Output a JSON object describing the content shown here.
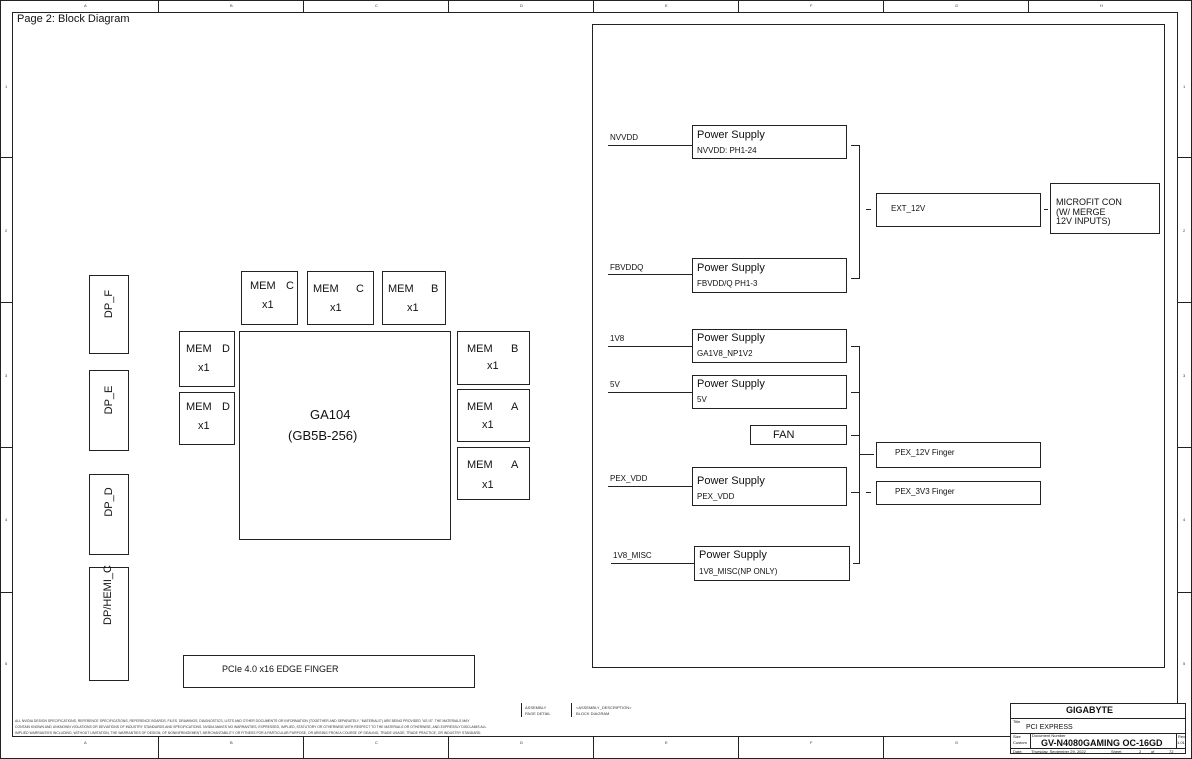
{
  "page_title": "Page 2: Block Diagram",
  "gpu": {
    "name": "GA104",
    "package": "(GB5B-256)"
  },
  "memory": [
    {
      "id": "mem-c1",
      "label": "MEM",
      "channel": "C",
      "count": "x1"
    },
    {
      "id": "mem-c2",
      "label": "MEM",
      "channel": "C",
      "count": "x1"
    },
    {
      "id": "mem-b1",
      "label": "MEM",
      "channel": "B",
      "count": "x1"
    },
    {
      "id": "mem-d1",
      "label": "MEM",
      "channel": "D",
      "count": "x1"
    },
    {
      "id": "mem-d2",
      "label": "MEM",
      "channel": "D",
      "count": "x1"
    },
    {
      "id": "mem-b2",
      "label": "MEM",
      "channel": "B",
      "count": "x1"
    },
    {
      "id": "mem-a1",
      "label": "MEM",
      "channel": "A",
      "count": "x1"
    },
    {
      "id": "mem-a2",
      "label": "MEM",
      "channel": "A",
      "count": "x1"
    }
  ],
  "display_ports": [
    "DP_F",
    "DP_E",
    "DP_D",
    "DP/HEMI_C"
  ],
  "pcie_finger": "PCIe 4.0 x16 EDGE FINGER",
  "power": {
    "supplies": [
      {
        "rail": "NVVDD",
        "title": "Power Supply",
        "sub": "NVVDD: PH1-24"
      },
      {
        "rail": "FBVDDQ",
        "title": "Power Supply",
        "sub": "FBVDD/Q PH1-3"
      },
      {
        "rail": "1V8",
        "title": "Power Supply",
        "sub": "GA1V8_NP1V2"
      },
      {
        "rail": "5V",
        "title": "Power Supply",
        "sub": "5V"
      },
      {
        "rail": "PEX_VDD",
        "title": "Power Supply",
        "sub": "PEX_VDD"
      },
      {
        "rail": "1V8_MISC",
        "title": "Power Supply",
        "sub": "1V8_MISC(NP ONLY)"
      }
    ],
    "fan": "FAN",
    "ext_12v": "EXT_12V",
    "microfit": [
      "MICROFIT CON",
      "(W/ MERGE",
      "12V INPUTS)"
    ],
    "pex_12v": "PEX_12V Finger",
    "pex_3v3": "PEX_3V3 Finger"
  },
  "title_block": {
    "company": "GIGABYTE",
    "title_label": "Title",
    "title": "PCI EXPRESS",
    "size_label": "Size",
    "size_value": "Custom",
    "doc_label": "Document Number",
    "doc": "GV-N4080GAMING OC-16GD",
    "rev_label": "Rev",
    "rev": "1.01",
    "date_label": "Date:",
    "date": "Thursday, September 29, 2022",
    "sheet_label": "Sheet",
    "sheet_num": "2",
    "of_label": "of",
    "sheet_total": "72"
  },
  "notes": {
    "assembly_1": "ASSEMBLY",
    "assembly_2": "PAGE DETAIL",
    "desc_1": "<ASSEMBLY_DESCRIPTION>",
    "desc_2": "BLOCK DIAGRAM",
    "disclaimer_1": "ALL NVIDIA DESIGN SPECIFICATIONS, REFERENCE SPECIFICATIONS, REFERENCE BOARDS, FILES, DRAWINGS, DIAGNOSTICS, LISTS AND OTHER DOCUMENTS OR INFORMATION (TOGETHER AND SEPARATELY, \"MATERIALS\") ARE BEING PROVIDED \"AS IS\". THE MATERIALS MAY",
    "disclaimer_2": "CONTAIN KNOWN AND UNKNOWN VIOLATIONS OR DEVIATIONS OF INDUSTRY STANDARDS AND SPECIFICATIONS. NVIDIA MAKES NO WARRANTIES, EXPRESSED, IMPLIED, STATUTORY OR OTHERWISE WITH RESPECT TO THE MATERIALS OR OTHERWISE, AND EXPRESSLY DISCLAIMS ALL",
    "disclaimer_3": "IMPLIED WARRANTIES INCLUDING, WITHOUT LIMITATION, THE WARRANTIES OF DESIGN, OF NONINFRINGEMENT, MERCHANTABILITY OR FITNESS FOR A PARTICULAR PURPOSE, OR ARISING FROM A COURSE OF DEALING, TRADE USAGE, TRADE PRACTICE, OR INDUSTRY STANDARD."
  },
  "border": {
    "columns": [
      "A",
      "B",
      "C",
      "D",
      "E",
      "F",
      "G",
      "H"
    ],
    "rows": [
      "1",
      "2",
      "3",
      "4",
      "5"
    ]
  }
}
